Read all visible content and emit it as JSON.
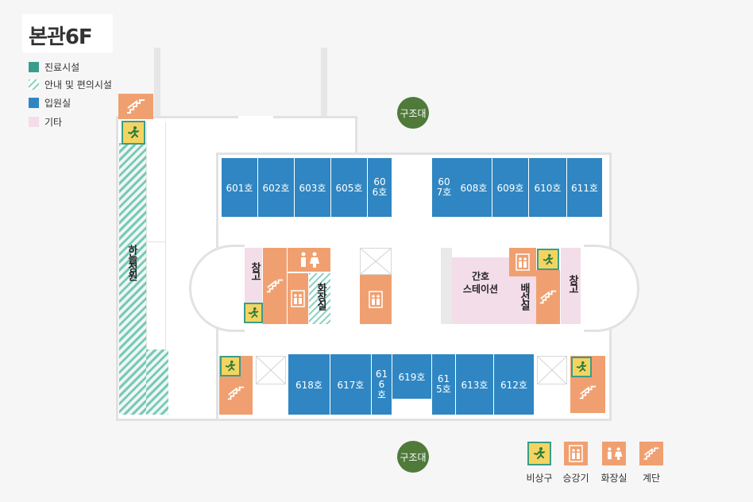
{
  "title": "본관6F",
  "legend": [
    {
      "label": "진료시설",
      "color": "#3a9d8a"
    },
    {
      "label": "안내 및 편의시설",
      "color": "hatched-mint"
    },
    {
      "label": "입원실",
      "color": "#2f86c2"
    },
    {
      "label": "기타",
      "color": "#f3dde8"
    }
  ],
  "markers": {
    "top": "구조대",
    "bottom": "구조대"
  },
  "rooms_top_left": [
    "601호",
    "602호",
    "603호",
    "605호",
    "606호"
  ],
  "rooms_top_right": [
    "607호",
    "608호",
    "609호",
    "610호",
    "611호"
  ],
  "rooms_bottom_left": [
    "618호",
    "617호",
    "616호",
    "619호"
  ],
  "rooms_bottom_right": [
    "615호",
    "613호",
    "612호"
  ],
  "areas": {
    "garden": "하늘정원",
    "storage_left": "창고",
    "restroom": "화장실",
    "nurse_station_line1": "간호",
    "nurse_station_line2": "스테이션",
    "linen": "배선실",
    "storage_right": "창고"
  },
  "icon_legend": [
    {
      "label": "비상구",
      "icon": "emergency-exit"
    },
    {
      "label": "승강기",
      "icon": "elevator"
    },
    {
      "label": "화장실",
      "icon": "restroom"
    },
    {
      "label": "계단",
      "icon": "stairs"
    }
  ],
  "colors": {
    "inpatient": "#2f86c2",
    "facility": "#f0a070",
    "other": "#f3dde8",
    "medical": "#3a9d8a",
    "marker": "#4f7a3a"
  }
}
